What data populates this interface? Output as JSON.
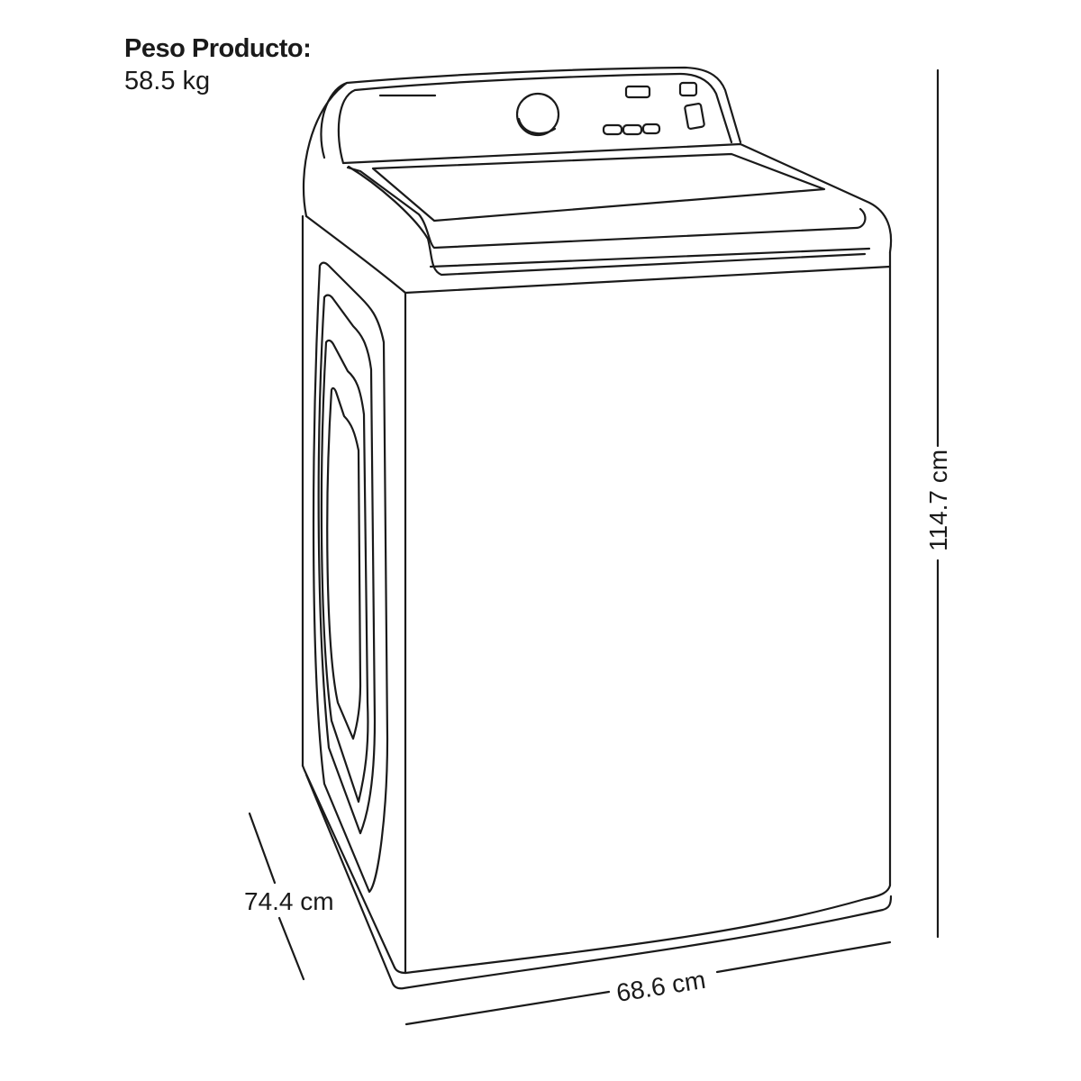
{
  "product": {
    "type": "top-load washing machine line drawing",
    "weight_label": "Peso Producto:",
    "weight_value": "58.5 kg"
  },
  "dimensions": {
    "height": "114.7 cm",
    "width": "68.6 cm",
    "depth": "74.4 cm"
  },
  "colors": {
    "line": "#1a1a1a",
    "background": "#ffffff"
  }
}
